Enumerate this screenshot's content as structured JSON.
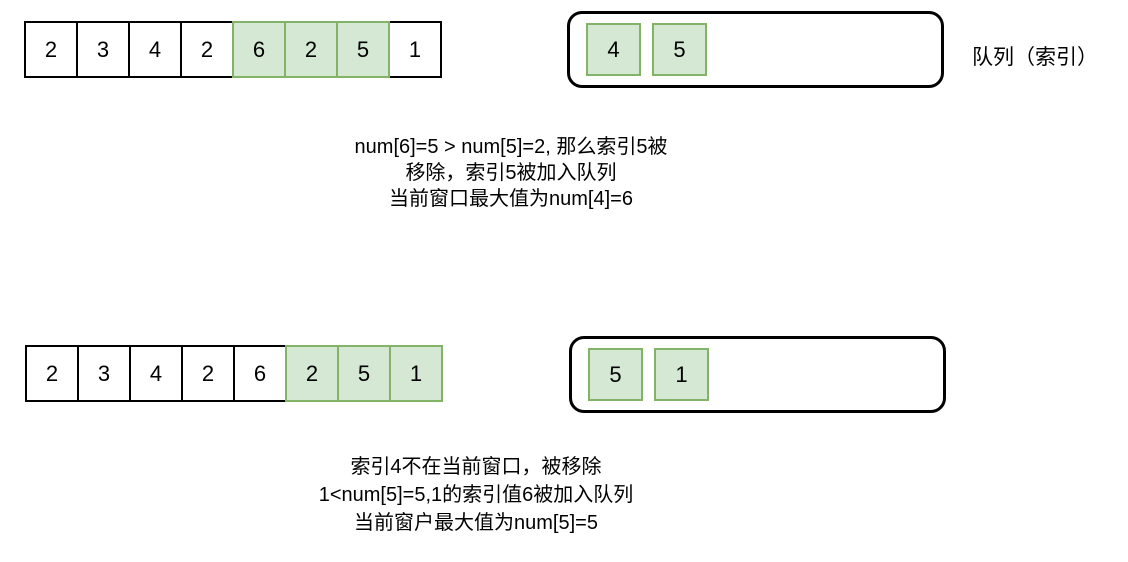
{
  "queue_label": "队列（索引）",
  "colors": {
    "highlight_fill": "#d5e8d4",
    "highlight_border": "#82b366",
    "ink": "#000000"
  },
  "step1": {
    "array": [
      {
        "v": "2",
        "hl": false
      },
      {
        "v": "3",
        "hl": false
      },
      {
        "v": "4",
        "hl": false
      },
      {
        "v": "2",
        "hl": false
      },
      {
        "v": "6",
        "hl": true
      },
      {
        "v": "2",
        "hl": true
      },
      {
        "v": "5",
        "hl": true
      },
      {
        "v": "1",
        "hl": false
      }
    ],
    "queue": [
      {
        "v": "4",
        "hl": true
      },
      {
        "v": "5",
        "hl": true
      }
    ],
    "caption": {
      "line1": "num[6]=5  > num[5]=2, 那么索引5被",
      "line2": "移除，索引5被加入队列",
      "line3": "当前窗口最大值为num[4]=6"
    }
  },
  "step2": {
    "array": [
      {
        "v": "2",
        "hl": false
      },
      {
        "v": "3",
        "hl": false
      },
      {
        "v": "4",
        "hl": false
      },
      {
        "v": "2",
        "hl": false
      },
      {
        "v": "6",
        "hl": false
      },
      {
        "v": "2",
        "hl": true
      },
      {
        "v": "5",
        "hl": true
      },
      {
        "v": "1",
        "hl": true
      }
    ],
    "queue": [
      {
        "v": "5",
        "hl": true
      },
      {
        "v": "1",
        "hl": true
      }
    ],
    "caption": {
      "line1": "索引4不在当前窗口，被移除",
      "line2": "1<num[5]=5,1的索引值6被加入队列",
      "line3": "当前窗户最大值为num[5]=5"
    }
  }
}
